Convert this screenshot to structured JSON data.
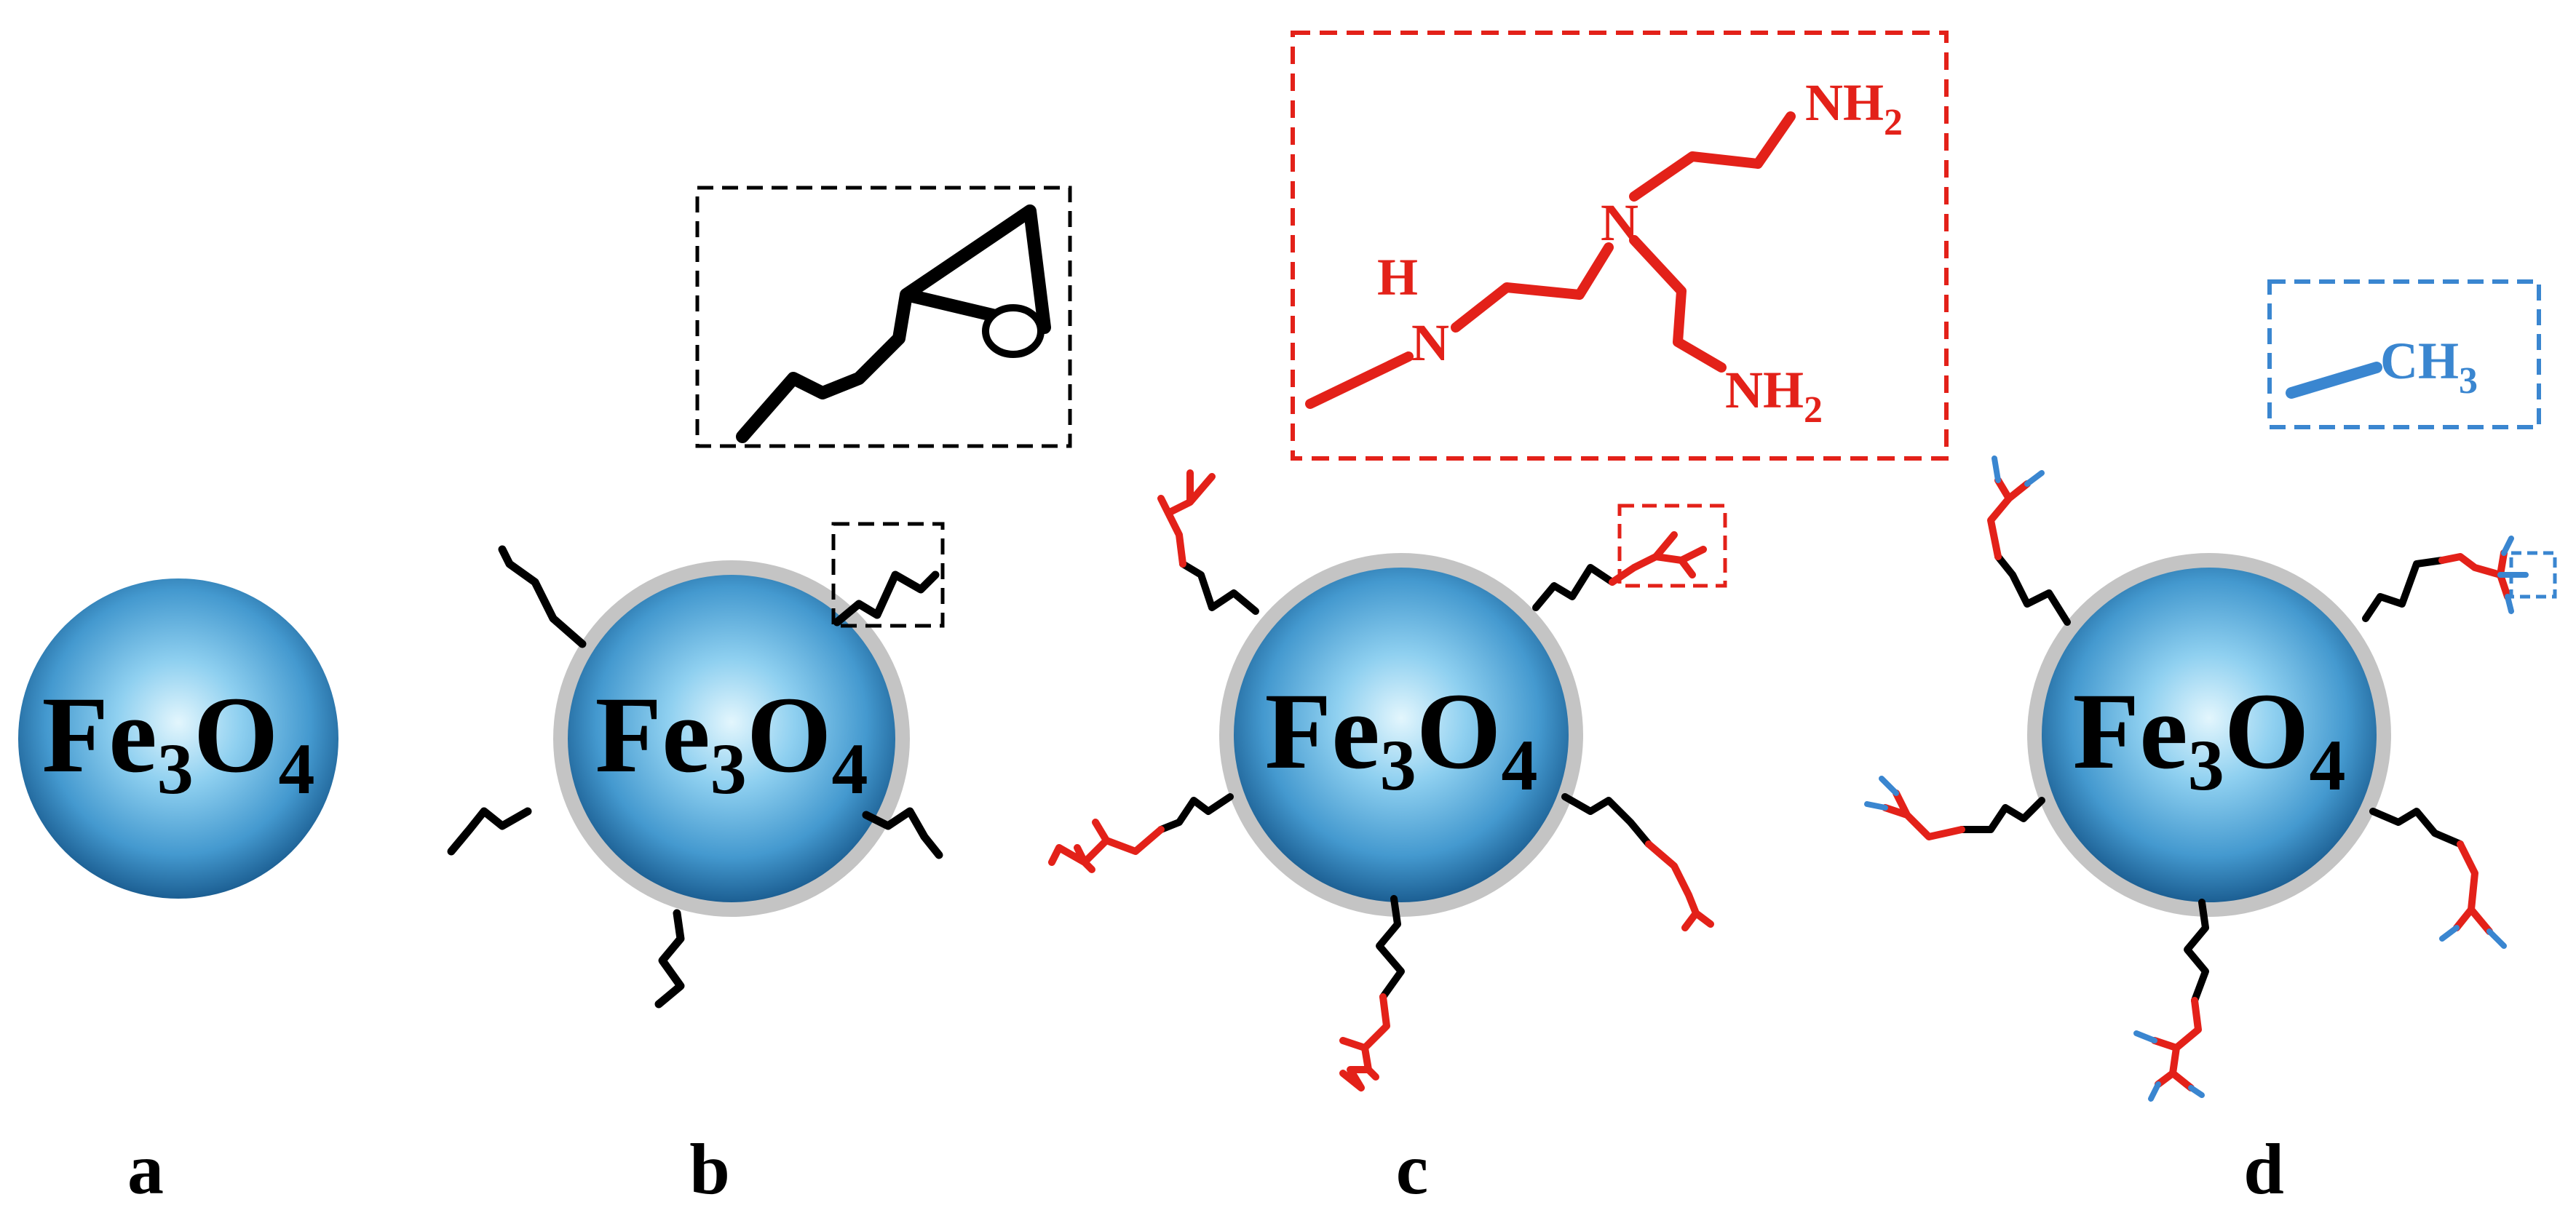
{
  "particles": [
    {
      "id": "a",
      "label": "a",
      "core": {
        "main": "Fe",
        "sub1": "3",
        "mid": "O",
        "sub2": "4"
      }
    },
    {
      "id": "b",
      "label": "b",
      "core": {
        "main": "Fe",
        "sub1": "3",
        "mid": "O",
        "sub2": "4"
      }
    },
    {
      "id": "c",
      "label": "c",
      "core": {
        "main": "Fe",
        "sub1": "3",
        "mid": "O",
        "sub2": "4"
      }
    },
    {
      "id": "d",
      "label": "d",
      "core": {
        "main": "Fe",
        "sub1": "3",
        "mid": "O",
        "sub2": "4"
      }
    }
  ],
  "insets": {
    "amine": {
      "h": "H",
      "n1": "N",
      "n2": "N",
      "nh2_top": {
        "main": "NH",
        "sub": "2"
      },
      "nh2_bottom": {
        "main": "NH",
        "sub": "2"
      }
    },
    "methyl": {
      "main": "CH",
      "sub": "3"
    }
  },
  "colors": {
    "core_light": "#bfe6f8",
    "core_mid": "#5fb2e0",
    "core_dark": "#1f6fa8",
    "shell": "#c4c4c4",
    "silane": "#000000",
    "amine": "#e32119",
    "methyl": "#3a86d0"
  }
}
